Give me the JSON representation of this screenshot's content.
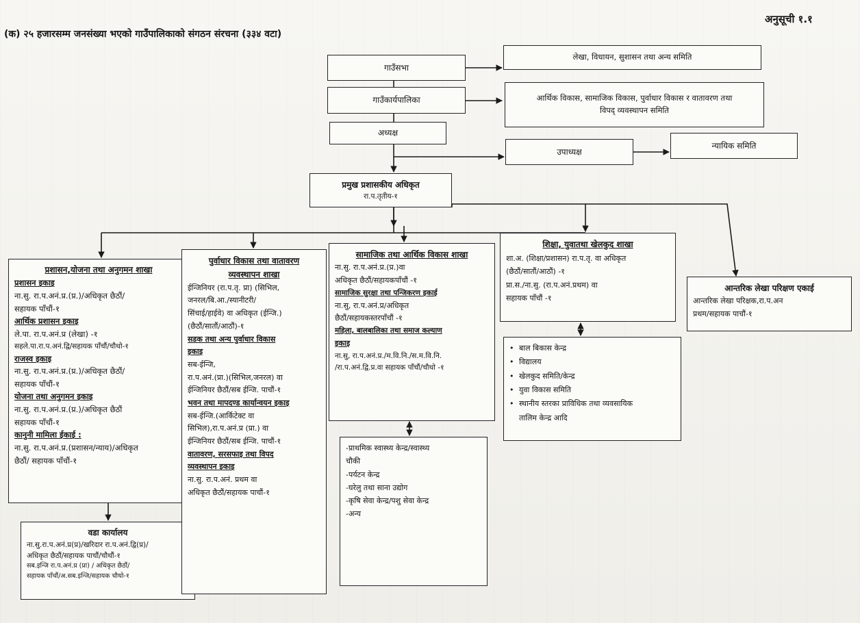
{
  "header": {
    "schedule": "अनुसूची १.१",
    "title": "(क) २५ हजारसम्म जनसंख्या भएको गाउँपालिकाको संगठन संरचना (३३४ वटा)"
  },
  "top": {
    "gaunsabha": "गाउँसभा",
    "gaunsabha_committee": "लेखा, विधायन, सुशासन तथा अन्य समिति",
    "karyapalika": "गाउँकार्यपालिका",
    "karyapalika_committee_1": "आर्थिक विकास, सामाजिक विकास, पुर्वाधार विकास र वातावरण तथा",
    "karyapalika_committee_2": "विपद् व्यवस्थापन समिति",
    "adhyaksha": "अध्यक्ष",
    "upadhyaksha": "उपाध्यक्ष",
    "nyayik": "न्यायिक समिति",
    "cao_title": "प्रमुख प्रशासकीय अधिकृत",
    "cao_level": "रा.प.तृतीय-१"
  },
  "branch1": {
    "title": "प्रशासन,योजना तथा अनुगमन शाखा",
    "u1": "प्रशासन इकाइ",
    "l1": "ना.सु. रा.प.अनं.प्र.(प्र.)/अधिकृत छैठौं/",
    "l2": "सहायक पाँचौं-१",
    "u2": "आर्थिक प्रशासन इकाइ",
    "l3": "ले.पा. रा.प.अनं.प्र (लेखा) -१",
    "l4": "सहले.पा.रा.प.अनं.द्वि/सहायक पाँचौं/चौथो-१",
    "u3": "राजस्व इकाइ",
    "l5": "ना.सु. रा.प.अनं.प्र.(प्र.)/अधिकृत छैठौं/",
    "l6": "सहायक पाँचौं-१",
    "u4": "योजना तथा अनुगमन इकाइ",
    "l7": "ना.सु. रा.प.अनं.प्र.(प्र.)/अधिकृत छैठौं",
    "l8": "सहायक पाँचौं-१",
    "u5": "कानुनी मामिला ईकाई :",
    "l9": "ना.सु. रा.प.अनं.प्र.(प्रशासन/न्याय)/अधिकृत",
    "l10": "छैठौं/ सहायक पाँचौं-१"
  },
  "ward": {
    "title": "वडा कार्यालय",
    "l1": "ना.सु.रा.प.अनं.प्र(प्र)/खरिदार रा.प.अनं.द्वि(प्र)/",
    "l2": "अधिकृत छैठौं/सहायक पाचौं/चौथौं-१",
    "l3": "सब.इन्जि रा.प.अनं.प्र (प्रा) / अधिकृत छैठौं/",
    "l4": "सहायक पाँचौं/अ.सब.इन्जि/सहायक चौथो-१"
  },
  "branch2": {
    "title1": "पुर्वाधार विकास तथा वातावरण",
    "title2": "व्यवस्थापन शाखा",
    "l1": "ईन्जिनियर (रा.प.तृ. प्रा) (सिभिल,",
    "l2": "जनरल/बि.आ./स्यानीटरी/",
    "l3": "सिंचाई/हाईवे) वा अधिकृत (ईन्जि.)",
    "l4": "(छैठौं/सातौं/आठौं)-१",
    "u1a": "सडक तथा अन्य पुर्वाधार विकास",
    "u1b": "इकाइ",
    "l5": "सब-ईन्जि,",
    "l6": "रा.प.अनं.(प्रा.)(सिभिल,जनरल) वा",
    "l7": "ईन्जिनियर छैठौं/सब ईन्जि. पाचौं-१",
    "u2": "भवन तथा मापदण्ड कार्यान्वयन इकाइ",
    "l8": "सब-ईन्जि.(आर्किटेक्ट वा",
    "l9": "सिभिल),रा.प.अनं.प्र (प्रा.) वा",
    "l10": "ईन्जिनियर छैठौं/सब ईन्जि. पाचौं-१",
    "u3a": "वातावरण, सरसफाइ तथा विपद",
    "u3b": "व्यवस्थापन इकाइ",
    "l11": "ना.सु. रा.प.अनं. प्रथम वा",
    "l12": "अधिकृत छैठौं/सहायक पाचौं-१"
  },
  "branch3": {
    "title": "सामाजिक तथा आर्थिक विकास शाखा",
    "l1": "ना.सु. रा.प.अनं.प्र.(प्र.)वा",
    "l2": "अधिकृत छैठौं/सहायकपाँचौं -१",
    "u1": "सामाजिक सुरक्षा तथा पन्जिकरण इकाई",
    "l3": "ना.सु, रा.प.अनं.प्र/अधिकृत",
    "l4": "छैठौं/सहायकस्तरपाँचौं -१",
    "u2": "महिला, बालबालिका तथा समाज कल्याण",
    "u2b": "इकाइ",
    "l5": "ना.सु, रा.प.अनं.प्र./म.वि.नि./स.म.वि.नि.",
    "l6": "/रा.प.अनं.द्वि.प्र.वा सहायक पाँचौं/चौथो -१"
  },
  "health": {
    "l1": "-प्राथमिक स्वास्थ्य केन्द्र/स्वास्थ्य",
    "l2": "चौकी",
    "l3": "-पर्यटन केन्द्र",
    "l4": "-घरेलु तथा साना उद्योग",
    "l5": "-कृषि सेवा केन्द्र/पशु सेवा केन्द्र",
    "l6": "-अन्य"
  },
  "branch4": {
    "title": "शिक्षा, युवातथा खेलकुद शाखा",
    "l1": "शा.अ. (शिक्षा/प्रशासन) रा.प.तृ. वा अधिकृत",
    "l2": "(छैठौं/सातौं/आठौं) -१",
    "l3": "प्रा.स./ना.सु. (रा.प.अनं.प्रथम) वा",
    "l4": "सहायक पाँचौं -१"
  },
  "edu_list": {
    "items": [
      "बाल बिकास केन्द्र",
      "विद्यालय",
      "खेलकुद समिति/केन्द्र",
      "युवा विकास समिति",
      "स्थानीय स्तरका प्राविधिक तथा व्यवसायिक"
    ],
    "cont": "तालिम केन्द्र आदि"
  },
  "audit": {
    "title": "आन्तरिक लेखा परिक्षण एकाई",
    "l1": "आन्तरिक लेखा परिक्षक,रा.प.अन",
    "l2": "प्रथम/सहायक पाचौं-१"
  }
}
